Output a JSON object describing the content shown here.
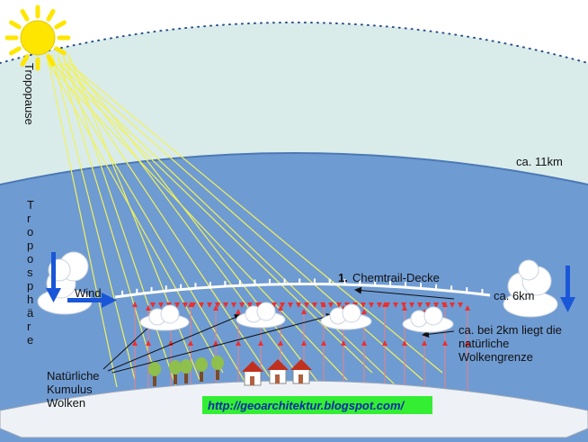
{
  "labels": {
    "tropopause": "Tropopause",
    "troposphaere_letters": [
      "T",
      "r",
      "o",
      "p",
      "o",
      "s",
      "p",
      "h",
      "ä",
      "r",
      "e"
    ],
    "altitude_11": "ca. 11km",
    "altitude_6": "ca. 6km",
    "chemtrail_number": "1.",
    "chemtrail_label": "Chemtrail-Decke",
    "wind": "Wind",
    "cloud_limit_line1": "ca. bei 2km liegt die",
    "cloud_limit_line2": "natürliche",
    "cloud_limit_line3": "Wolkengrenze",
    "natural_line1": "Natürliche",
    "natural_line2": "Kumulus",
    "natural_line3": "Wolken",
    "url": "http://geoarchitektur.blogspot.com/"
  },
  "colors": {
    "stratosphere": "#d9ecea",
    "troposphere": "#6f9bd3",
    "ground": "#eef2f6",
    "sun": "#ffe600",
    "sun_rays": "#f2f25a",
    "heat_arrows": "#e83030",
    "wind_arrows": "#1a56d8",
    "chemtrail": "#ffffff",
    "url_background": "#33ee33"
  },
  "icons": [
    "sun-icon",
    "cloud-icon",
    "house-icon",
    "tree-icon",
    "arrow-icon"
  ]
}
